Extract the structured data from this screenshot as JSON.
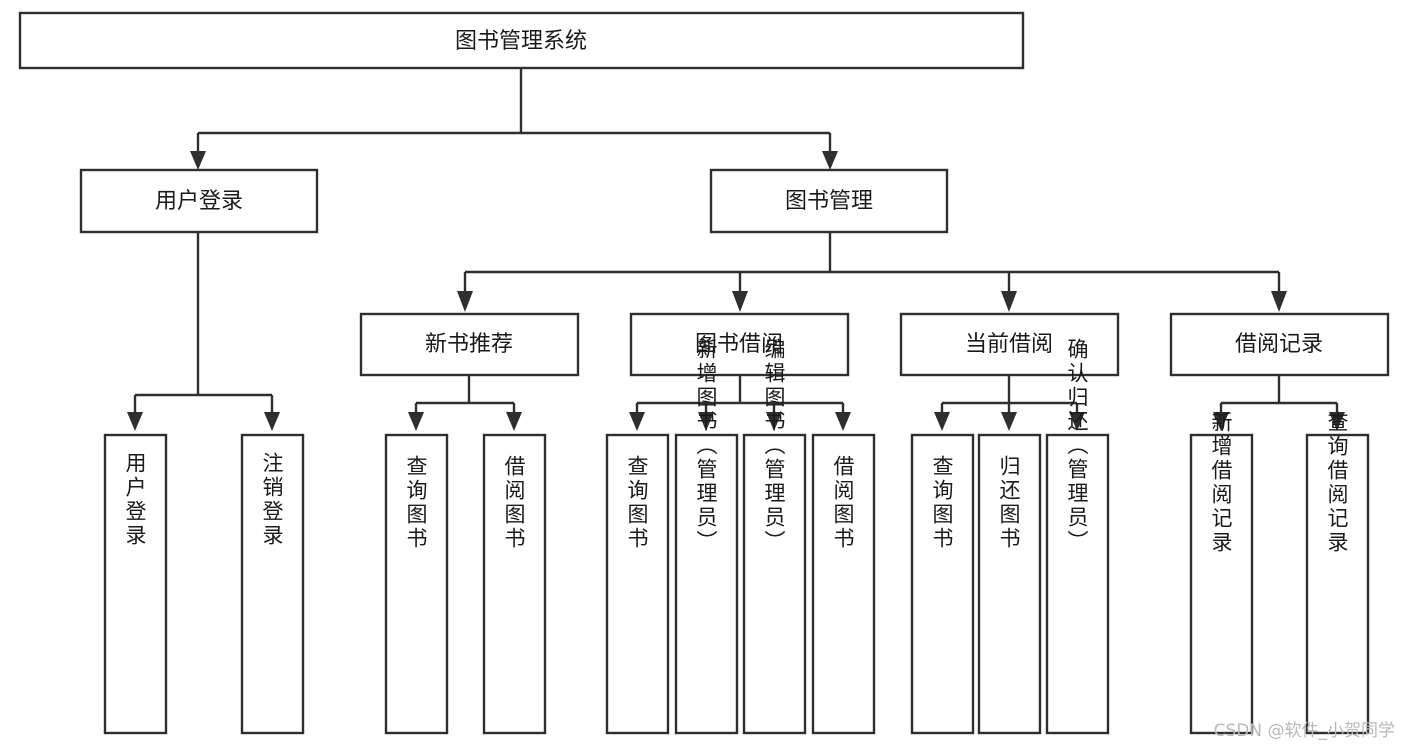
{
  "diagram": {
    "type": "tree",
    "title": "图书管理系统",
    "watermark": "CSDN @软件_小贺同学",
    "colors": {
      "stroke": "#2f2f2f",
      "fill": "#ffffff",
      "text": "#1a1a1a",
      "watermark": "#b9b9b9"
    },
    "root": {
      "label": "图书管理系统"
    },
    "level2": [
      {
        "label": "用户登录"
      },
      {
        "label": "图书管理"
      }
    ],
    "level3": [
      {
        "label": "新书推荐"
      },
      {
        "label": "图书借阅"
      },
      {
        "label": "当前借阅"
      },
      {
        "label": "借阅记录"
      }
    ],
    "leaves": {
      "user_login": [
        {
          "label": "用户登录"
        },
        {
          "label": "注销登录"
        }
      ],
      "new_book_recommend": [
        {
          "label": "查询图书"
        },
        {
          "label": "借阅图书"
        }
      ],
      "book_borrow": [
        {
          "label": "查询图书"
        },
        {
          "label": "新增图书（管理员）"
        },
        {
          "label": "编辑图书（管理员）"
        },
        {
          "label": "借阅图书"
        }
      ],
      "current_borrow": [
        {
          "label": "查询图书"
        },
        {
          "label": "归还图书"
        },
        {
          "label": "确认归还（管理员）"
        }
      ],
      "borrow_record": [
        {
          "label": "新增借阅记录"
        },
        {
          "label": "查询借阅记录"
        }
      ]
    }
  }
}
